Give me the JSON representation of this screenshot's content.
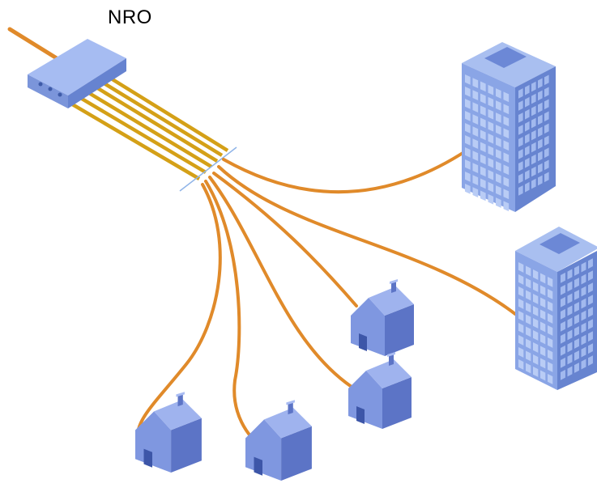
{
  "diagram": {
    "label": "NRO",
    "colors": {
      "fiber": "#E08A2A",
      "fiber_bundle": "#D4A017",
      "building_face": "#7E9DE0",
      "building_side": "#5B79C8",
      "building_top": "#A9BFF0",
      "window": "#B9CCF5",
      "house_face": "#7F97E0",
      "house_side": "#5C74C6",
      "house_roof": "#9FB3EE",
      "router_body": "#8FA8E8",
      "background": "#FFFFFF"
    },
    "nodes": [
      {
        "id": "nro",
        "icon": "router-icon"
      },
      {
        "id": "building-1",
        "icon": "office-building-icon"
      },
      {
        "id": "building-2",
        "icon": "office-building-icon"
      },
      {
        "id": "house-1",
        "icon": "house-icon"
      },
      {
        "id": "house-2",
        "icon": "house-icon"
      },
      {
        "id": "house-3",
        "icon": "house-icon"
      },
      {
        "id": "house-4",
        "icon": "house-icon"
      }
    ],
    "fiber_count_in_bundle": 6
  }
}
